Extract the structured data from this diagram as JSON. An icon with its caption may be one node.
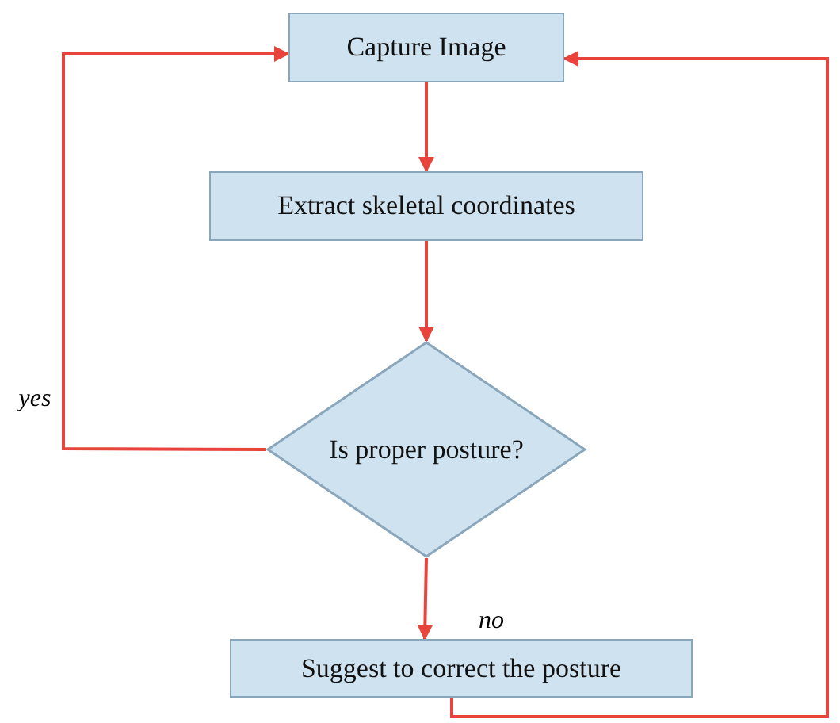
{
  "diagram": {
    "nodes": [
      {
        "text": [
          "Capture Image"
        ]
      },
      {
        "text": [
          "Extract skeletal coordinates"
        ]
      },
      {
        "text": [
          "Is proper posture?"
        ]
      },
      {
        "text": [
          "Suggest to correct the posture"
        ]
      }
    ],
    "edges": [
      {
        "from": 0,
        "to": 1,
        "arrow": "to"
      },
      {
        "from": 1,
        "to": 2,
        "arrow": "to"
      },
      {
        "from": 2,
        "to": 0,
        "arrow": "to",
        "label": "yes"
      },
      {
        "from": 2,
        "to": 3,
        "arrow": "to",
        "label": "no"
      },
      {
        "from": 3,
        "to": 0,
        "arrow": "to"
      }
    ]
  }
}
